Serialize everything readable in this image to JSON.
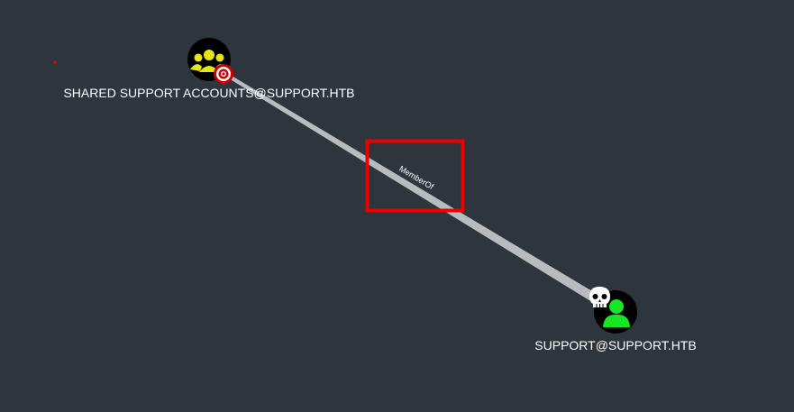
{
  "graph": {
    "nodes": {
      "group": {
        "label": "SHARED SUPPORT ACCOUNTS@SUPPORT.HTB",
        "type": "group",
        "icon": "group-icon",
        "badge_icon": "target-icon",
        "icon_color": "#ffff00",
        "badge_color": "#cc0000"
      },
      "user": {
        "label": "SUPPORT@SUPPORT.HTB",
        "type": "user",
        "icon": "user-icon",
        "badge_icon": "skull-icon",
        "icon_color": "#17e625"
      }
    },
    "edge": {
      "label": "MemberOf",
      "source": "user",
      "target": "group",
      "color": "#b9bcbf"
    },
    "highlight_color": "#ee0000",
    "background": "#2e353d"
  }
}
